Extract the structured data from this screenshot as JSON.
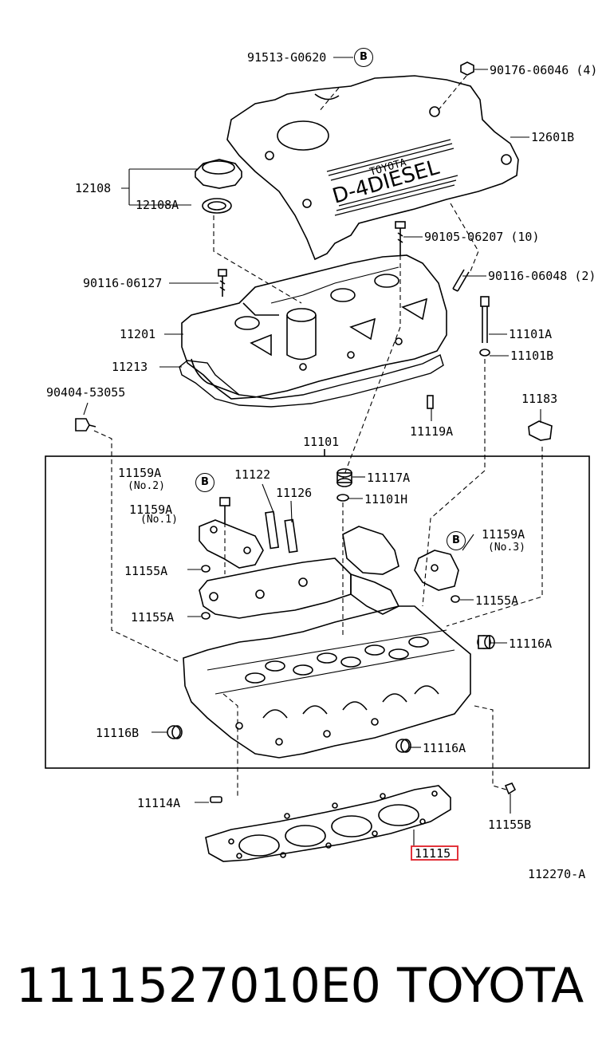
{
  "labels": {
    "p91513": "91513-G0620",
    "p90176": "90176-06046 (4)",
    "p12601B": "12601B",
    "p12108": "12108",
    "p12108A": "12108A",
    "p90105": "90105-06207 (10)",
    "p90116a": "90116-06127",
    "p90116b": "90116-06048 (2)",
    "p11201": "11201",
    "p11101A": "11101A",
    "p11213": "11213",
    "p11101B": "11101B",
    "p90404": "90404-53055",
    "p11183": "11183",
    "p11119A": "11119A",
    "p11101": "11101",
    "p11159A_2": "11159A",
    "no2": "(No.2)",
    "p11122": "11122",
    "p11117A": "11117A",
    "p11126": "11126",
    "p11101H": "11101H",
    "p11159A_1": "11159A",
    "no1": "(No.1)",
    "p11159A_3": "11159A",
    "no3": "(No.3)",
    "p11155A_1": "11155A",
    "p11155A_2": "11155A",
    "p11155A_3": "11155A",
    "p11116A_1": "11116A",
    "p11116B": "11116B",
    "p11116A_2": "11116A",
    "p11114A": "11114A",
    "p11155B": "11155B",
    "p11115": "11115",
    "ref": "112270-A"
  },
  "cover_text": {
    "brand": "TOYOTA",
    "model": "D-4DIESEL"
  },
  "callout_letter": "B",
  "footer": {
    "part_number": "1111527010E0",
    "brand": "TOYOTA"
  },
  "colors": {
    "highlight": "#e2333b"
  }
}
